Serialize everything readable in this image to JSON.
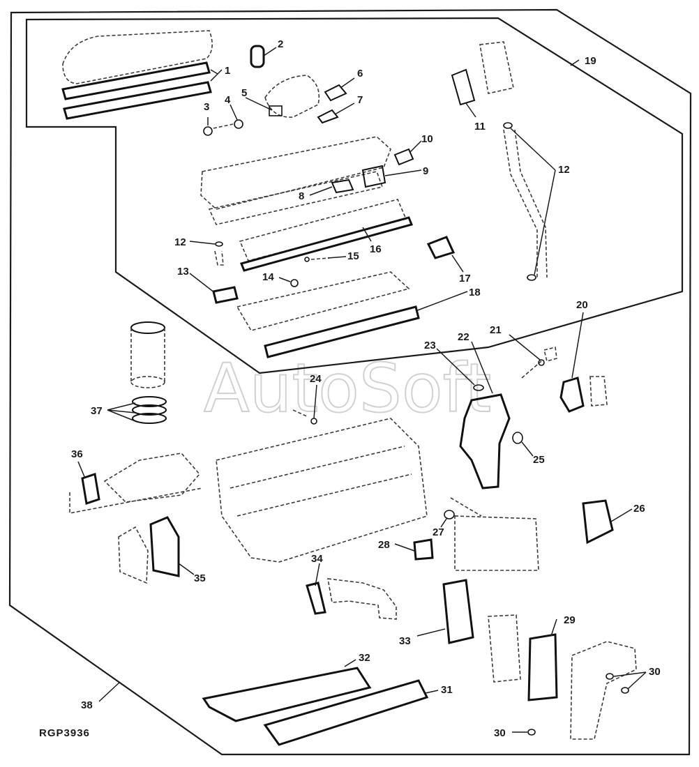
{
  "diagram": {
    "reference_code": "RGP3936",
    "watermark_text": "AutoSoft",
    "callouts": [
      {
        "id": "1",
        "label": "1"
      },
      {
        "id": "2",
        "label": "2"
      },
      {
        "id": "3",
        "label": "3"
      },
      {
        "id": "4",
        "label": "4"
      },
      {
        "id": "5",
        "label": "5"
      },
      {
        "id": "6",
        "label": "6"
      },
      {
        "id": "7",
        "label": "7"
      },
      {
        "id": "8",
        "label": "8"
      },
      {
        "id": "9",
        "label": "9"
      },
      {
        "id": "10",
        "label": "10"
      },
      {
        "id": "11",
        "label": "11"
      },
      {
        "id": "12a",
        "label": "12"
      },
      {
        "id": "12b",
        "label": "12"
      },
      {
        "id": "13",
        "label": "13"
      },
      {
        "id": "14",
        "label": "14"
      },
      {
        "id": "15",
        "label": "15"
      },
      {
        "id": "16",
        "label": "16"
      },
      {
        "id": "17",
        "label": "17"
      },
      {
        "id": "18",
        "label": "18"
      },
      {
        "id": "19",
        "label": "19"
      },
      {
        "id": "20",
        "label": "20"
      },
      {
        "id": "21",
        "label": "21"
      },
      {
        "id": "22",
        "label": "22"
      },
      {
        "id": "23",
        "label": "23"
      },
      {
        "id": "24",
        "label": "24"
      },
      {
        "id": "25",
        "label": "25"
      },
      {
        "id": "26",
        "label": "26"
      },
      {
        "id": "27",
        "label": "27"
      },
      {
        "id": "28",
        "label": "28"
      },
      {
        "id": "29",
        "label": "29"
      },
      {
        "id": "30a",
        "label": "30"
      },
      {
        "id": "30b",
        "label": "30"
      },
      {
        "id": "31",
        "label": "31"
      },
      {
        "id": "32",
        "label": "32"
      },
      {
        "id": "33",
        "label": "33"
      },
      {
        "id": "34",
        "label": "34"
      },
      {
        "id": "35",
        "label": "35"
      },
      {
        "id": "36",
        "label": "36"
      },
      {
        "id": "37",
        "label": "37"
      },
      {
        "id": "38",
        "label": "38"
      }
    ]
  }
}
